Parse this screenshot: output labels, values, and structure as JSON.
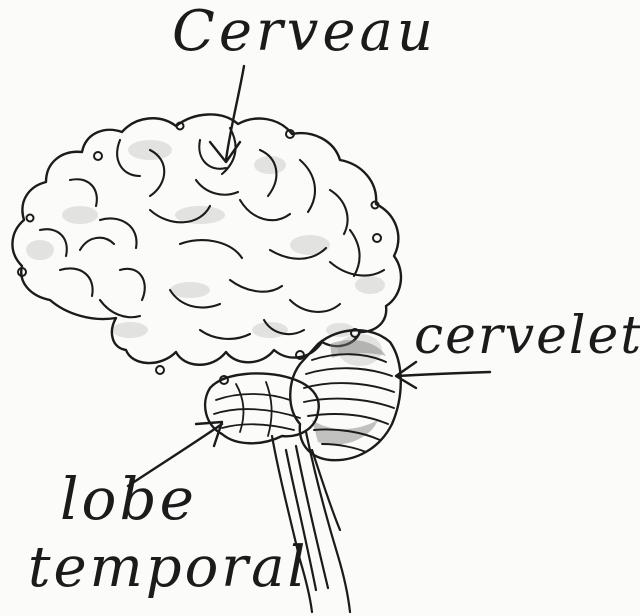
{
  "labels": {
    "cerveau": "Cerveau",
    "cervelet": "cervelet",
    "lobe": "lobe",
    "temporal": "temporal"
  },
  "colors": {
    "ink": "#1b1b1b",
    "shading": "#c9c9c9",
    "paper": "#fbfbf9"
  }
}
